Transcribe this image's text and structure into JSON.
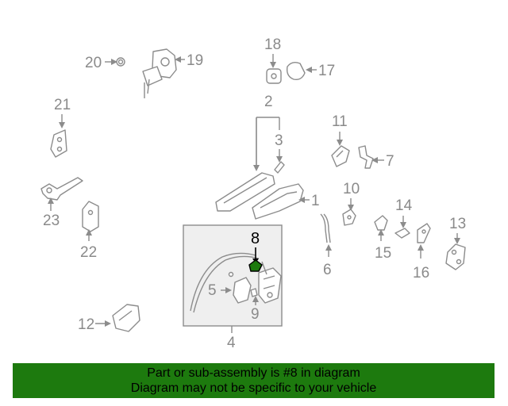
{
  "callouts": [
    "1",
    "2",
    "3",
    "4",
    "5",
    "6",
    "7",
    "8",
    "9",
    "10",
    "11",
    "12",
    "13",
    "14",
    "15",
    "16",
    "17",
    "18",
    "19",
    "20",
    "21",
    "22",
    "23"
  ],
  "highlighted_part": "8",
  "highlight_color": "#1d7a0e",
  "banner": {
    "line1": "Part or sub-assembly is #8 in diagram",
    "line2": "Diagram may not be specific to your vehicle",
    "background": "#1d7a0e"
  }
}
